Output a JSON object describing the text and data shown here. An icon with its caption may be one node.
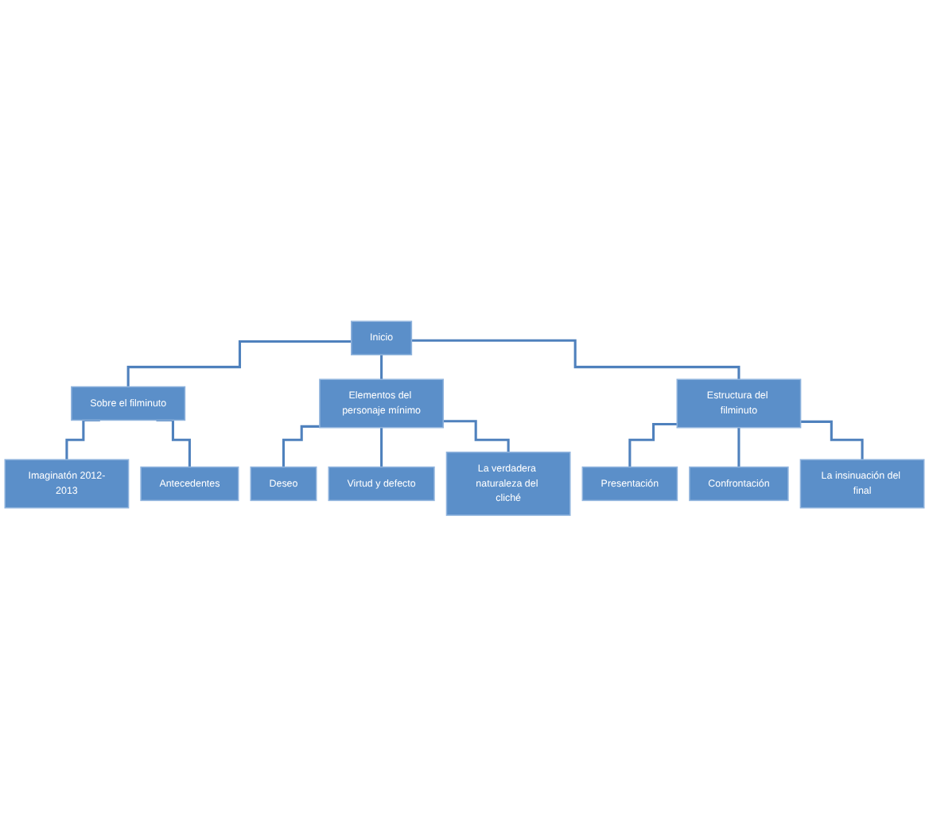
{
  "diagram": {
    "nodes": [
      {
        "text": [
          "Inicio"
        ]
      },
      {
        "text": [
          "Sobre el filminuto"
        ]
      },
      {
        "text": [
          "Elementos del personaje mínimo"
        ]
      },
      {
        "text": [
          "Estructura del filminuto"
        ]
      },
      {
        "text": [
          "Imaginatón 2012-2013"
        ]
      },
      {
        "text": [
          "Antecedentes"
        ]
      },
      {
        "text": [
          "Deseo"
        ]
      },
      {
        "text": [
          "Virtud y defecto"
        ]
      },
      {
        "text": [
          "La verdadera naturaleza del cliché"
        ]
      },
      {
        "text": [
          "Presentación"
        ]
      },
      {
        "text": [
          "Confrontación"
        ]
      },
      {
        "text": [
          "La insinuación del final"
        ]
      }
    ],
    "edges": [
      {
        "from": 0,
        "to": 1,
        "arrow": "none"
      },
      {
        "from": 0,
        "to": 2,
        "arrow": "none"
      },
      {
        "from": 0,
        "to": 3,
        "arrow": "none"
      },
      {
        "from": 1,
        "to": 4,
        "arrow": "none"
      },
      {
        "from": 1,
        "to": 5,
        "arrow": "none"
      },
      {
        "from": 2,
        "to": 6,
        "arrow": "none"
      },
      {
        "from": 2,
        "to": 7,
        "arrow": "none"
      },
      {
        "from": 2,
        "to": 8,
        "arrow": "none"
      },
      {
        "from": 3,
        "to": 9,
        "arrow": "none"
      },
      {
        "from": 3,
        "to": 10,
        "arrow": "none"
      },
      {
        "from": 3,
        "to": 11,
        "arrow": "none"
      }
    ]
  }
}
